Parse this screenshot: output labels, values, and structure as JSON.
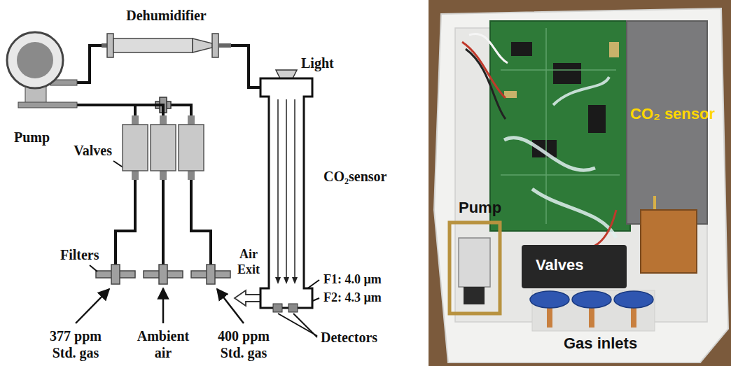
{
  "diagram": {
    "nodes": [
      {
        "text": [
          "Dehumidifier"
        ]
      },
      {
        "text": [
          "Pump"
        ]
      },
      {
        "text": [
          "Valves"
        ]
      },
      {
        "text": [
          "CO₂sensor"
        ]
      }
    ],
    "edges": [
      {
        "from": 2,
        "to": 1,
        "arrow": "none"
      },
      {
        "from": 1,
        "to": 0,
        "arrow": "none"
      },
      {
        "from": 0,
        "to": 3,
        "arrow": "none"
      }
    ],
    "labels": [
      "Light",
      "Filters",
      "Air Exit",
      "F1: 4.0 µm",
      "F2: 4.3 µm",
      "Detectors",
      "377 ppm Std. gas",
      "Ambient air",
      "400 ppm Std. gas",
      "Pump",
      "Valves",
      "CO₂ sensor",
      "Gas inlets"
    ]
  }
}
